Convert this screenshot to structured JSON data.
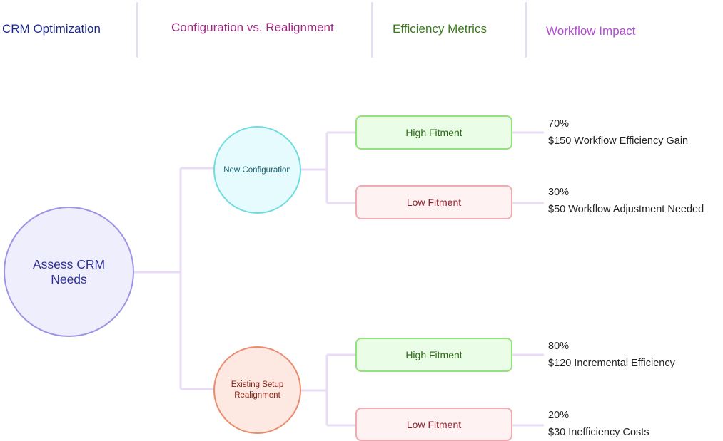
{
  "headers": {
    "col1": "CRM Optimization",
    "col2": "Configuration vs. Realignment",
    "col3": "Efficiency Metrics",
    "col4": "Workflow Impact"
  },
  "colors": {
    "col1": "#1d2a8a",
    "col2": "#9a2a80",
    "col3": "#3a7a1c",
    "col4": "#b24ad6",
    "connector": "#e9dcf7"
  },
  "root": {
    "label": "Assess CRM Needs"
  },
  "options": [
    {
      "label": "New Configuration",
      "outcomes": [
        {
          "label": "High Fitment",
          "probability": "70%",
          "impact": "$150 Workflow Efficiency Gain"
        },
        {
          "label": "Low Fitment",
          "probability": "30%",
          "impact": "$50 Workflow Adjustment Needed"
        }
      ]
    },
    {
      "label": "Existing Setup Realignment",
      "outcomes": [
        {
          "label": "High Fitment",
          "probability": "80%",
          "impact": "$120 Incremental Efficiency"
        },
        {
          "label": "Low Fitment",
          "probability": "20%",
          "impact": "$30 Inefficiency Costs"
        }
      ]
    }
  ]
}
